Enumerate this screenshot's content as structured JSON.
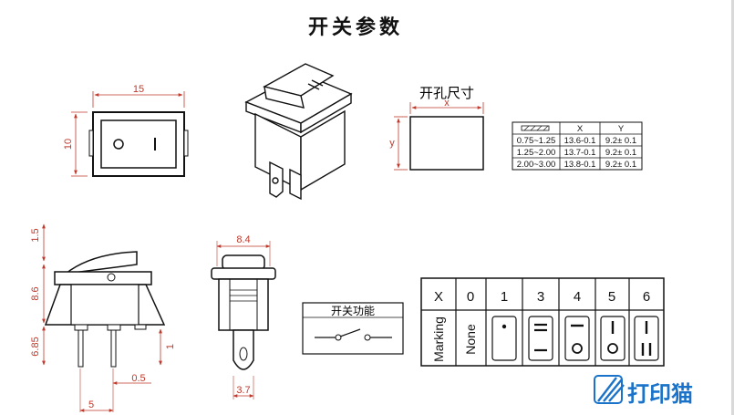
{
  "title": "开关参数",
  "top_left_dims": {
    "width": "15",
    "height": "10"
  },
  "cutout": {
    "title": "开孔尺寸",
    "x_label": "x",
    "y_label": "y"
  },
  "cutout_table": {
    "headers": [
      "",
      "X",
      "Y"
    ],
    "rows": [
      [
        "0.75~1.25",
        "13.6-0.1",
        "9.2± 0.1"
      ],
      [
        "1.25~2.00",
        "13.7-0.1",
        "9.2± 0.1"
      ],
      [
        "2.00~3.00",
        "13.8-0.1",
        "9.2± 0.1"
      ]
    ]
  },
  "side_dims": {
    "a": "1.5",
    "b": "8.6",
    "c": "6.85",
    "d": "1",
    "e": "0.5",
    "f": "5"
  },
  "front_dims": {
    "width": "8.4",
    "pin": "3.7"
  },
  "function": {
    "title": "开关功能"
  },
  "marking_table": {
    "header_x": "X",
    "columns": [
      "0",
      "1",
      "3",
      "4",
      "5",
      "6"
    ],
    "row_label": "Marking",
    "none_label": "None"
  },
  "logo": {
    "text": "打印猫",
    "color": "#1a73c9"
  },
  "colors": {
    "dimension": "#c0392b",
    "line": "#111111"
  }
}
